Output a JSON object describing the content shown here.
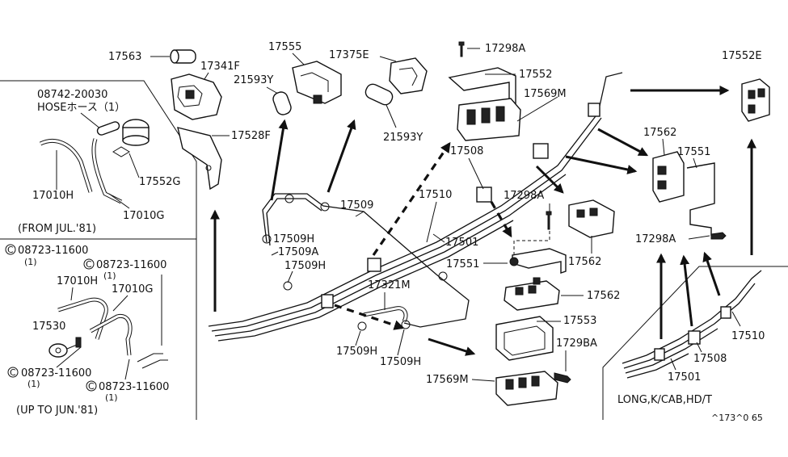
{
  "parts": {
    "p17563": "17563",
    "p17341F": "17341F",
    "p17555": "17555",
    "p21593Y_a": "21593Y",
    "p17375E": "17375E",
    "p17298A_top": "17298A",
    "p17552": "17552",
    "p17569M_top": "17569M",
    "p17552E": "17552E",
    "p17528F": "17528F",
    "p21593Y_b": "21593Y",
    "p17508_mid": "17508",
    "p17562_right": "17562",
    "p17551_right": "17551",
    "p17509": "17509",
    "p17510_mid": "17510",
    "p17298A_mid": "17298A",
    "p17501_mid": "17501",
    "p17562_mid": "17562",
    "p17298A_right": "17298A",
    "p17509H_a": "17509H",
    "p17509A": "17509A",
    "p17509H_b": "17509H",
    "p17551_mid": "17551",
    "p17321M": "17321M",
    "p17562_low": "17562",
    "p17553": "17553",
    "p1729BA": "1729BA",
    "p17509H_c": "17509H",
    "p17509H_d": "17509H",
    "p17569M_low": "17569M",
    "p17510_right": "17510",
    "p17508_right": "17508",
    "p17501_right": "17501"
  },
  "inset_top": {
    "part_number": "08742-20030",
    "hose_label": "HOSEホース（1）",
    "p17552G": "17552G",
    "p17010H": "17010H",
    "p17010G": "17010G",
    "note": "(FROM JUL.'81)"
  },
  "inset_bottom": {
    "bolt_a": "08723-11600",
    "qty_a": "(1)",
    "bolt_b": "08723-11600",
    "qty_b": "(1)",
    "p17010H": "17010H",
    "p17010G": "17010G",
    "p17530": "17530",
    "bolt_c": "08723-11600",
    "qty_c": "(1)",
    "bolt_d": "08723-11600",
    "qty_d": "(1)",
    "note": "(UP TO JUN.'81)",
    "circle_c": "C"
  },
  "variant_label": "LONG,K/CAB,HD/T",
  "diagram_code": "^173^0 65"
}
